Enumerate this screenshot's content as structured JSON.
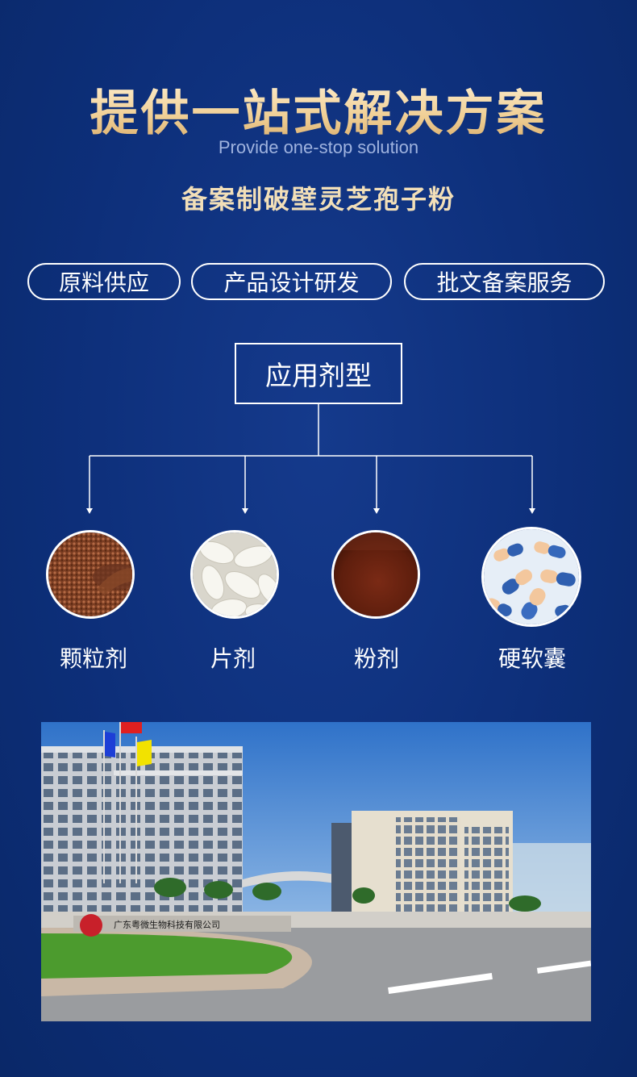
{
  "header": {
    "title": "提供一站式解决方案",
    "subtitle_en": "Provide one-stop solution",
    "subtitle_cn": "备案制破壁灵芝孢子粉"
  },
  "services": [
    {
      "label": "原料供应"
    },
    {
      "label": "产品设计研发"
    },
    {
      "label": "批文备案服务"
    }
  ],
  "dosage": {
    "title": "应用剂型",
    "items": [
      {
        "label": "颗粒剂",
        "icon": "granule-image"
      },
      {
        "label": "片剂",
        "icon": "tablet-image"
      },
      {
        "label": "粉剂",
        "icon": "powder-image"
      },
      {
        "label": "硬软囊",
        "icon": "capsule-image"
      }
    ]
  },
  "factory": {
    "signage": "广东粤微生物科技有限公司"
  },
  "colors": {
    "background": "#0d2f7a",
    "accent_gold": "#f0cf95",
    "line": "#ffffff"
  }
}
